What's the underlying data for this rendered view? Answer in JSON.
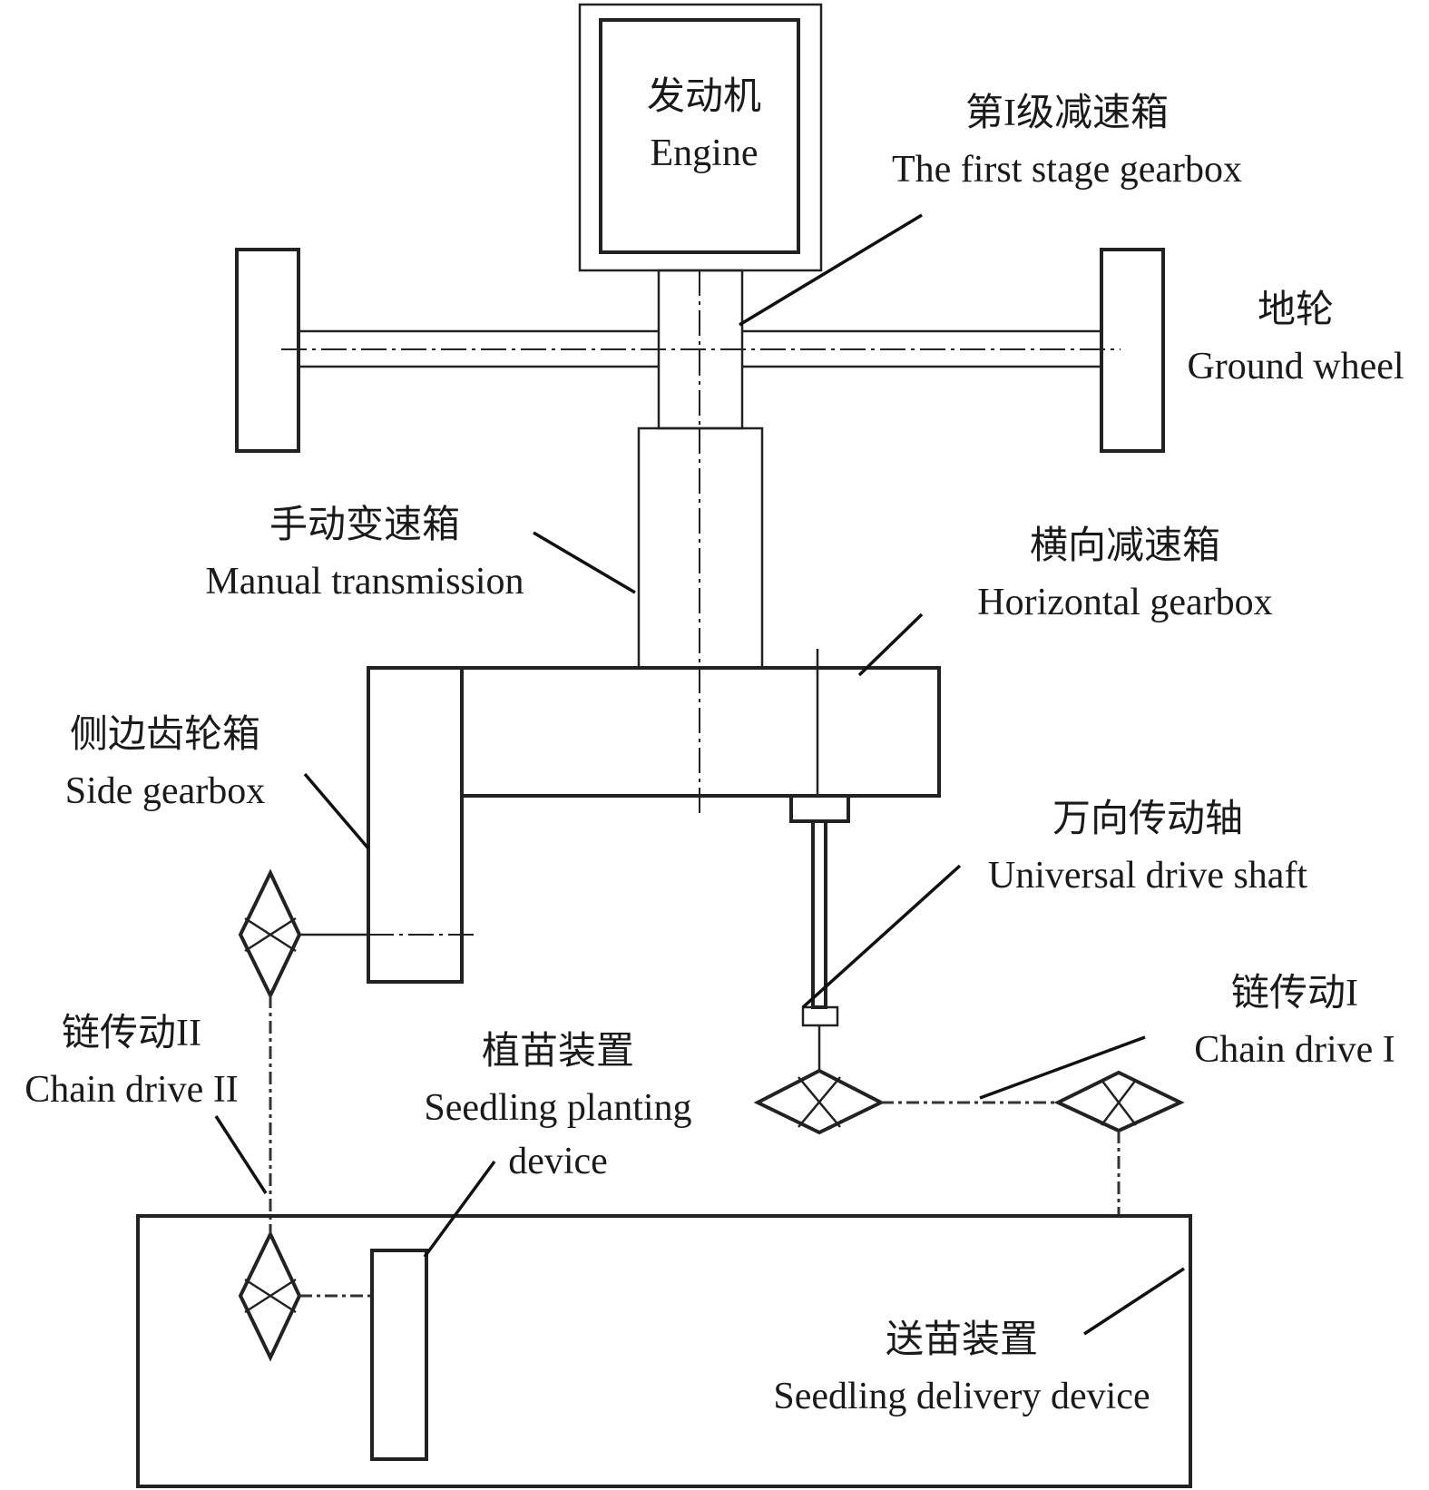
{
  "figure": {
    "title": "Transmission system schematic of rice transplanter"
  },
  "components": {
    "engine": {
      "zh": "发动机",
      "en": "Engine"
    },
    "first_stage_gearbox": {
      "zh": "第I级减速箱",
      "en": "The first stage gearbox"
    },
    "ground_wheel": {
      "zh": "地轮",
      "en": "Ground wheel"
    },
    "manual_transmission": {
      "zh": "手动变速箱",
      "en": "Manual transmission"
    },
    "horizontal_gearbox": {
      "zh": "横向减速箱",
      "en": "Horizontal gearbox"
    },
    "side_gearbox": {
      "zh": "侧边齿轮箱",
      "en": "Side gearbox"
    },
    "universal_drive_shaft": {
      "zh": "万向传动轴",
      "en": "Universal drive shaft"
    },
    "chain_drive_1": {
      "zh": "链传动I",
      "en": "Chain drive I"
    },
    "chain_drive_2": {
      "zh": "链传动II",
      "en": "Chain drive II"
    },
    "seedling_planting_device": {
      "zh": "植苗装置",
      "en_line1": "Seedling planting",
      "en_line2": "device"
    },
    "seedling_delivery_device": {
      "zh": "送苗装置",
      "en": "Seedling delivery device"
    }
  },
  "colors": {
    "line": "#222222",
    "wheel_fill": "#ffffff",
    "background": "#ffffff"
  }
}
